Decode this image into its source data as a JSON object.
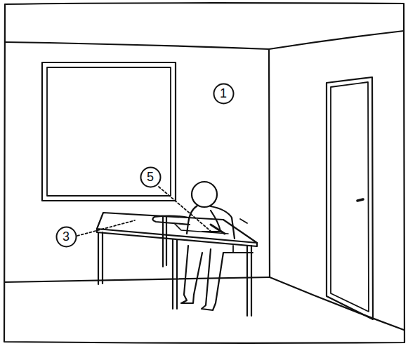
{
  "diagram": {
    "nodes": [
      {
        "text": [
          "1"
        ]
      },
      {
        "text": [
          "5"
        ]
      },
      {
        "text": [
          "3"
        ]
      }
    ]
  }
}
